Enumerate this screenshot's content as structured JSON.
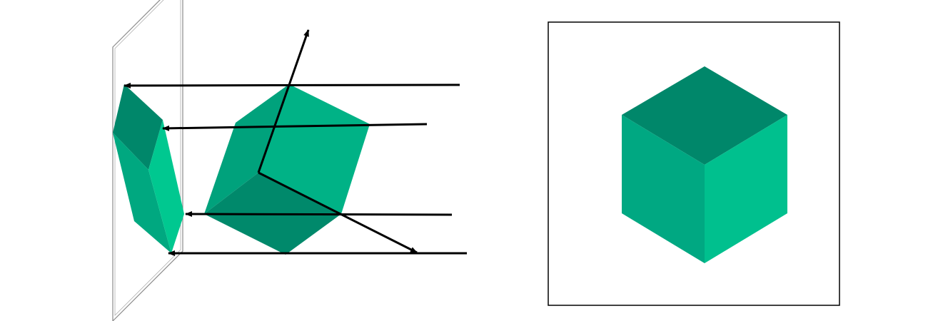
{
  "colors": {
    "background": "#ffffff",
    "line": "#000000",
    "plane": "#8a8a8a",
    "face_dark": "#00876a",
    "face_mid": "#00a882",
    "face_light": "#00c08e",
    "face_left_proj": "#00a880"
  },
  "figure": {
    "left": {
      "description_name": "oblique-projection-illustration",
      "arrow_count": 4,
      "axis_count": 2
    },
    "right": {
      "description_name": "isometric-cube-view"
    }
  }
}
